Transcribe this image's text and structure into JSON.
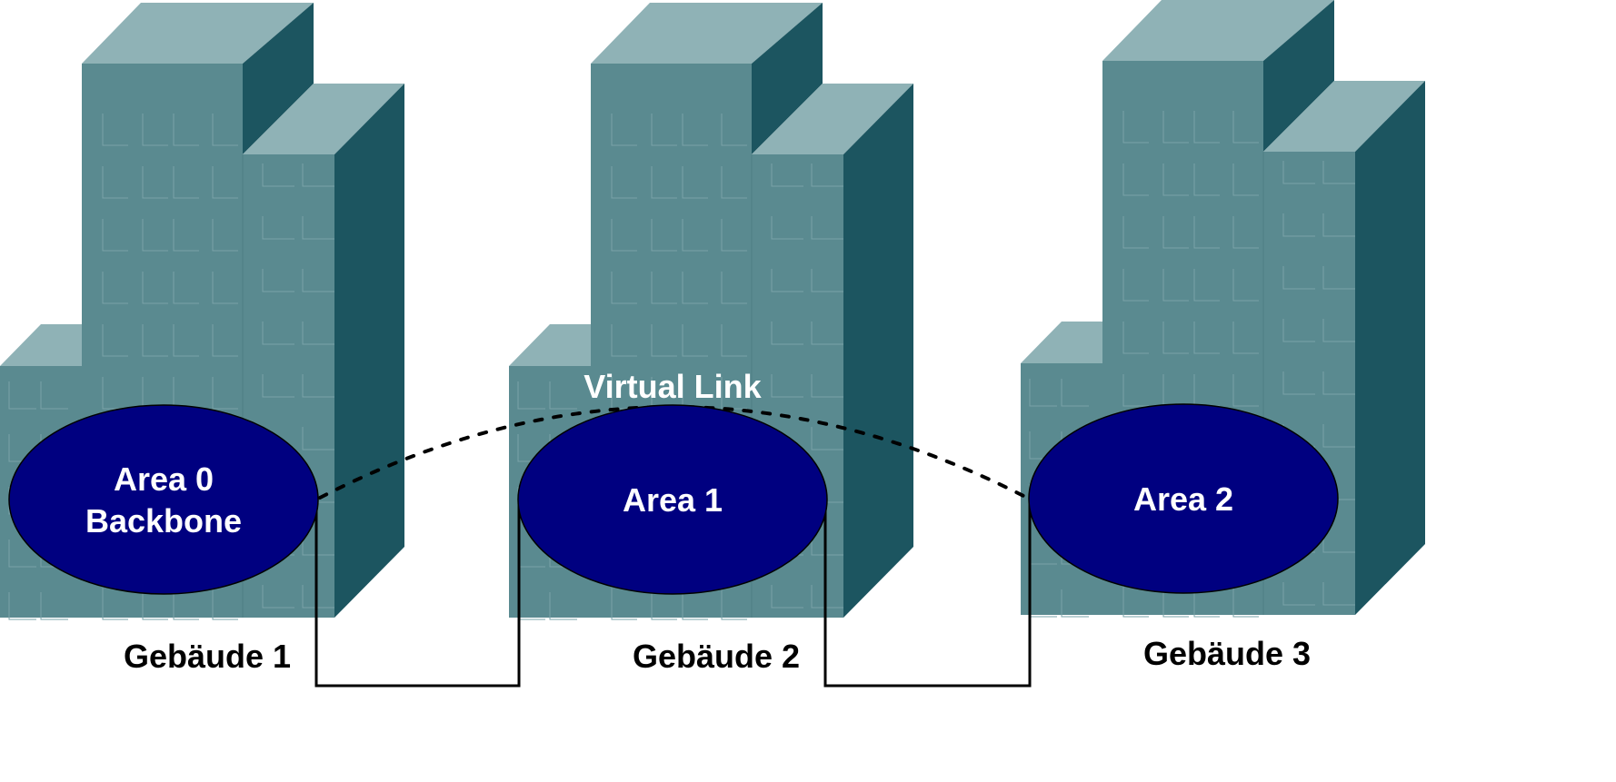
{
  "diagram": {
    "virtual_link_label": "Virtual Link",
    "buildings": [
      {
        "label": "Gebäude 1",
        "area_lines": [
          "Area 0",
          "Backbone"
        ]
      },
      {
        "label": "Gebäude 2",
        "area_lines": [
          "Area 1"
        ]
      },
      {
        "label": "Gebäude 3",
        "area_lines": [
          "Area 2"
        ]
      }
    ]
  },
  "colors": {
    "front": "#5a8a90",
    "top": "#8fb2b6",
    "side": "#1c5560",
    "area": "#000080",
    "window_line": "#7aa3a8"
  }
}
